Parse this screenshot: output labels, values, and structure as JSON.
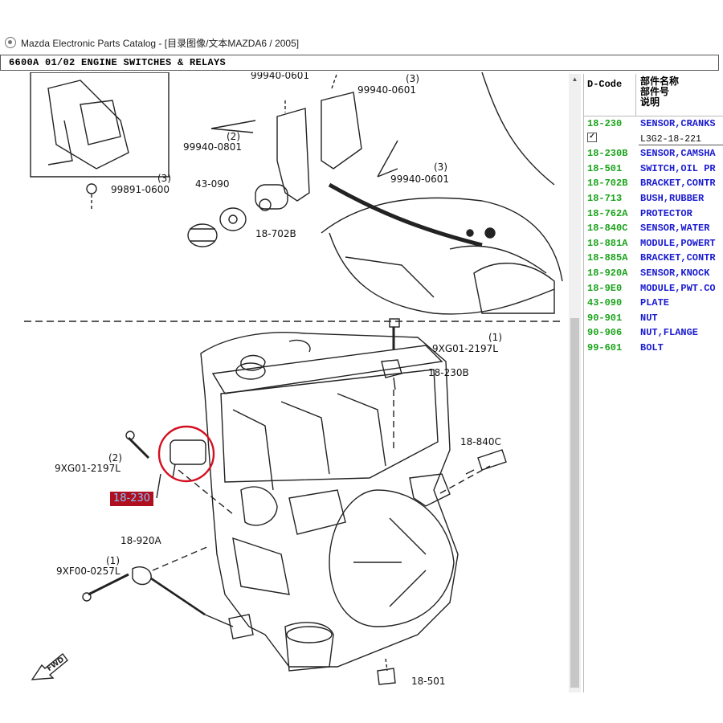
{
  "window": {
    "title": "Mazda Electronic Parts Catalog - [目录图像/文本MAZDA6 / 2005]"
  },
  "section": {
    "title": "6600A 01/02 ENGINE SWITCHES & RELAYS"
  },
  "diagram": {
    "labels": {
      "l_99940_0601_top": "99940-0601",
      "l_3_top": "(3)",
      "l_99940_0601_a": "99940-0601",
      "l_2_a": "(2)",
      "l_99940_0801": "99940-0801",
      "l_3_b": "(3)",
      "l_99940_0601_b": "99940-0601",
      "l_3_c": "(3)",
      "l_99891_0600": "99891-0600",
      "l_43_090": "43-090",
      "l_18_702b": "18-702B",
      "l_1_a": "(1)",
      "l_9xg01_2197l_a": "9XG01-2197L",
      "l_18_230b": "18-230B",
      "l_18_840c": "18-840C",
      "l_2_b": "(2)",
      "l_9xg01_2197l_b": "9XG01-2197L",
      "l_18_920a": "18-920A",
      "l_1_b": "(1)",
      "l_9xf00_0257l": "9XF00-0257L",
      "l_18_501": "18-501",
      "fwd": "FWD"
    },
    "highlighted_callout": "18-230"
  },
  "parts_table": {
    "headers": {
      "code": "D-Code",
      "name_line1": "部件名称",
      "name_line2": "部件号",
      "name_line3": "说明"
    },
    "rows": [
      {
        "code": "18-230",
        "desc": "SENSOR,CRANKS"
      },
      {
        "code": "",
        "desc": "",
        "checked": true,
        "part_number": "L3G2-18-221"
      },
      {
        "code": "18-230B",
        "desc": "SENSOR,CAMSHA"
      },
      {
        "code": "18-501",
        "desc": "SWITCH,OIL PR"
      },
      {
        "code": "18-702B",
        "desc": "BRACKET,CONTR"
      },
      {
        "code": "18-713",
        "desc": "BUSH,RUBBER"
      },
      {
        "code": "18-762A",
        "desc": "PROTECTOR"
      },
      {
        "code": "18-840C",
        "desc": "SENSOR,WATER"
      },
      {
        "code": "18-881A",
        "desc": "MODULE,POWERT"
      },
      {
        "code": "18-885A",
        "desc": "BRACKET,CONTR"
      },
      {
        "code": "18-920A",
        "desc": "SENSOR,KNOCK"
      },
      {
        "code": "18-9E0",
        "desc": "MODULE,PWT.CO"
      },
      {
        "code": "43-090",
        "desc": "PLATE"
      },
      {
        "code": "90-901",
        "desc": "NUT"
      },
      {
        "code": "90-906",
        "desc": "NUT,FLANGE"
      },
      {
        "code": "99-601",
        "desc": "BOLT"
      }
    ]
  },
  "colors": {
    "code_green": "#1aa31a",
    "desc_blue": "#1a1ad0",
    "highlight_red": "#b00f1f",
    "highlight_text": "#7ec8ff"
  }
}
